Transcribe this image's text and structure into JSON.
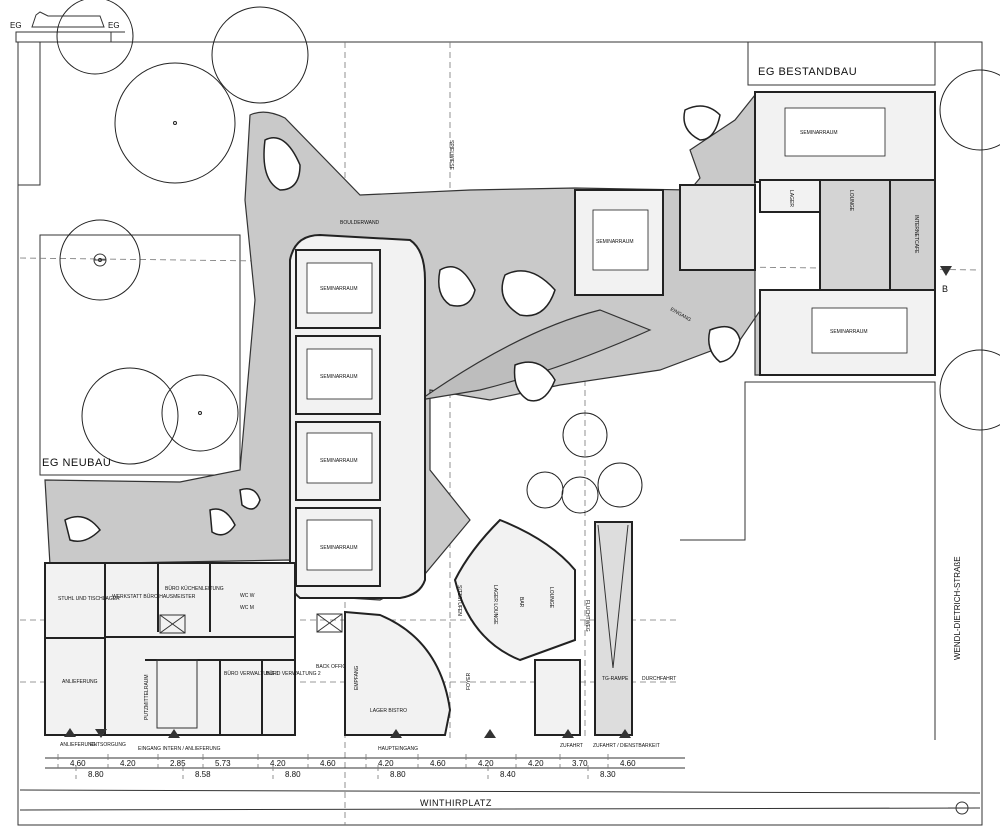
{
  "header": {
    "level_left": "EG",
    "level_right": "EG"
  },
  "areas": {
    "bestandbau": "EG  BESTANDBAU",
    "neubau": "EG NEUBAU",
    "street_right": "WENDL-DIETRICH-STRAßE",
    "street_bottom": "WINTHIRPLATZ",
    "section_marker": "B"
  },
  "rooms": {
    "seminar": "SEMINARRAUM",
    "boulderwand": "BOULDERWAND",
    "spielwiese": "SPIELWIESE",
    "eingang": "EINGANG",
    "lager": "LAGER",
    "lounge": "LOUNGE",
    "internetcafe": "INTERNETCAFE",
    "stuhl_lager": "STUHL UND TISCHLAGER",
    "werkstatt": "WERKSTATT BÜRO HAUSMEISTER",
    "buero_kuechen": "BÜRO KÜCHENLEITUNG",
    "wc_w": "WC W",
    "wc_m": "WC M",
    "anlieferung": "ANLIEFERUNG",
    "putzmittelraum": "PUTZMITTELRAUM",
    "buero_verw1": "BÜRO VERWALTUNG 1",
    "buero_verw2": "BÜRO VERWALTUNG 2",
    "back_office": "BACK OFFICE EINGANG",
    "empfang": "EMPFANG",
    "lager_bistro": "LAGER BISTRO",
    "foyer": "FOYER",
    "sitzstufen": "SITZSTUFEN",
    "lager_lounge": "LAGER LOUNGE",
    "bar": "BAR",
    "lounge_main": "LOUNGE",
    "fluchtweg": "FLUCHTWEG",
    "tg_rampe": "TG-RAMPE",
    "durchfahrt": "DURCHFAHRT"
  },
  "access": {
    "anlieferung": "ANLIEFERUNG",
    "entsorgung": "ENTSORGUNG",
    "eingang_intern": "EINGANG INTERN / ANLIEFERUNG",
    "haupteingang": "HAUPTEINGANG",
    "zufahrt": "ZUFAHRT",
    "zufahrt_dienst": "ZUFAHRT / DIENSTBARKEIT"
  },
  "dimensions": {
    "row1": [
      "4.60",
      "4.20",
      "2.85",
      "5.73",
      "4.20",
      "4.60",
      "4.20",
      "4.60",
      "4.20",
      "4.20",
      "3.70",
      "4.60"
    ],
    "row2": [
      "8.80",
      "8.58",
      "8.80",
      "8.80",
      "8.40",
      "8.30"
    ]
  }
}
